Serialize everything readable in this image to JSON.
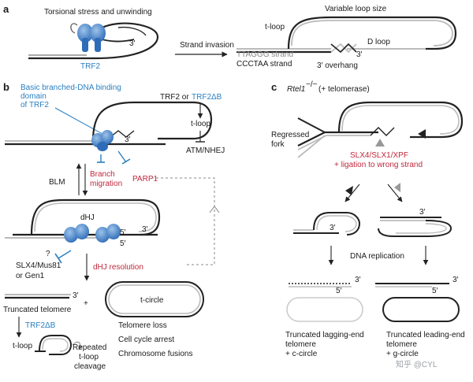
{
  "panel_a": {
    "label": "a",
    "torsion_text": "Torsional stress and unwinding",
    "trf2_label": "TRF2",
    "three_prime_left": "3′",
    "arrow_label": "Strand invasion",
    "variable_loop": "Variable loop size",
    "t_loop": "t-loop",
    "d_loop": "D loop",
    "three_prime_right": "3′",
    "ttaggg_strand": "TTAGGG strand",
    "ccctaa_strand": "CCCTAA strand",
    "overhang": "3′ overhang"
  },
  "panel_b": {
    "label": "b",
    "basic_domain": [
      "Basic branched-DNA binding",
      "domain",
      "of TRF2"
    ],
    "trf2_or": "TRF2 or ",
    "trf2_delta_b": "TRF2ΔB",
    "t_loop": "t-loop",
    "atm_nhej": "ATM/NHEJ",
    "three_prime_top": "3′",
    "blm": "BLM",
    "branch_migration": [
      "Branch",
      "migration"
    ],
    "parp1": "PARP1",
    "dhj": "dHJ",
    "five_prime_1": "5′",
    "three_prime_2": "3′",
    "five_prime_2": "5′",
    "question": "?",
    "slx4": [
      "SLX4/Mus81",
      "or Gen1"
    ],
    "dhj_resolution": "dHJ resolution",
    "three_prime_3": "3′",
    "plus": "+",
    "t_circle": "t-circle",
    "truncated_telomere": "Truncated telomere",
    "trf2_delta_b_2": "TRF2ΔB",
    "t_loop_2": "t-loop",
    "repeated_cleavage": [
      "Repeated",
      "t-loop",
      "cleavage"
    ],
    "outcomes": [
      "Telomere loss",
      "Cell cycle arrest",
      "Chromosome fusions"
    ]
  },
  "panel_c": {
    "label": "c",
    "rtel1": "Rtel1",
    "rtel1_sup": "−/−",
    "rtel1_suffix": " (+ telomerase)",
    "regressed_fork": [
      "Regressed",
      "fork"
    ],
    "nucleases": "SLX4/SLX1/XPF",
    "ligation": "+ ligation to wrong strand",
    "three_prime_a": "3′",
    "three_prime_b": "3′",
    "dna_replication": "DNA replication",
    "three_prime_c": "3′",
    "five_prime_c": "5′",
    "three_prime_d": "3′",
    "five_prime_d": "5′",
    "lagging": [
      "Truncated lagging-end",
      "telomere",
      "+ c-circle"
    ],
    "leading": [
      "Truncated leading-end",
      "telomere",
      "+ g-circle"
    ]
  },
  "watermark": "知乎 @CYL",
  "colors": {
    "protein": "#3a78c4",
    "protein_light": "#7fb0e0",
    "accent_blue": "#2a7fc0",
    "accent_red": "#c0283c",
    "strand_grey": "#a8a8a8"
  }
}
